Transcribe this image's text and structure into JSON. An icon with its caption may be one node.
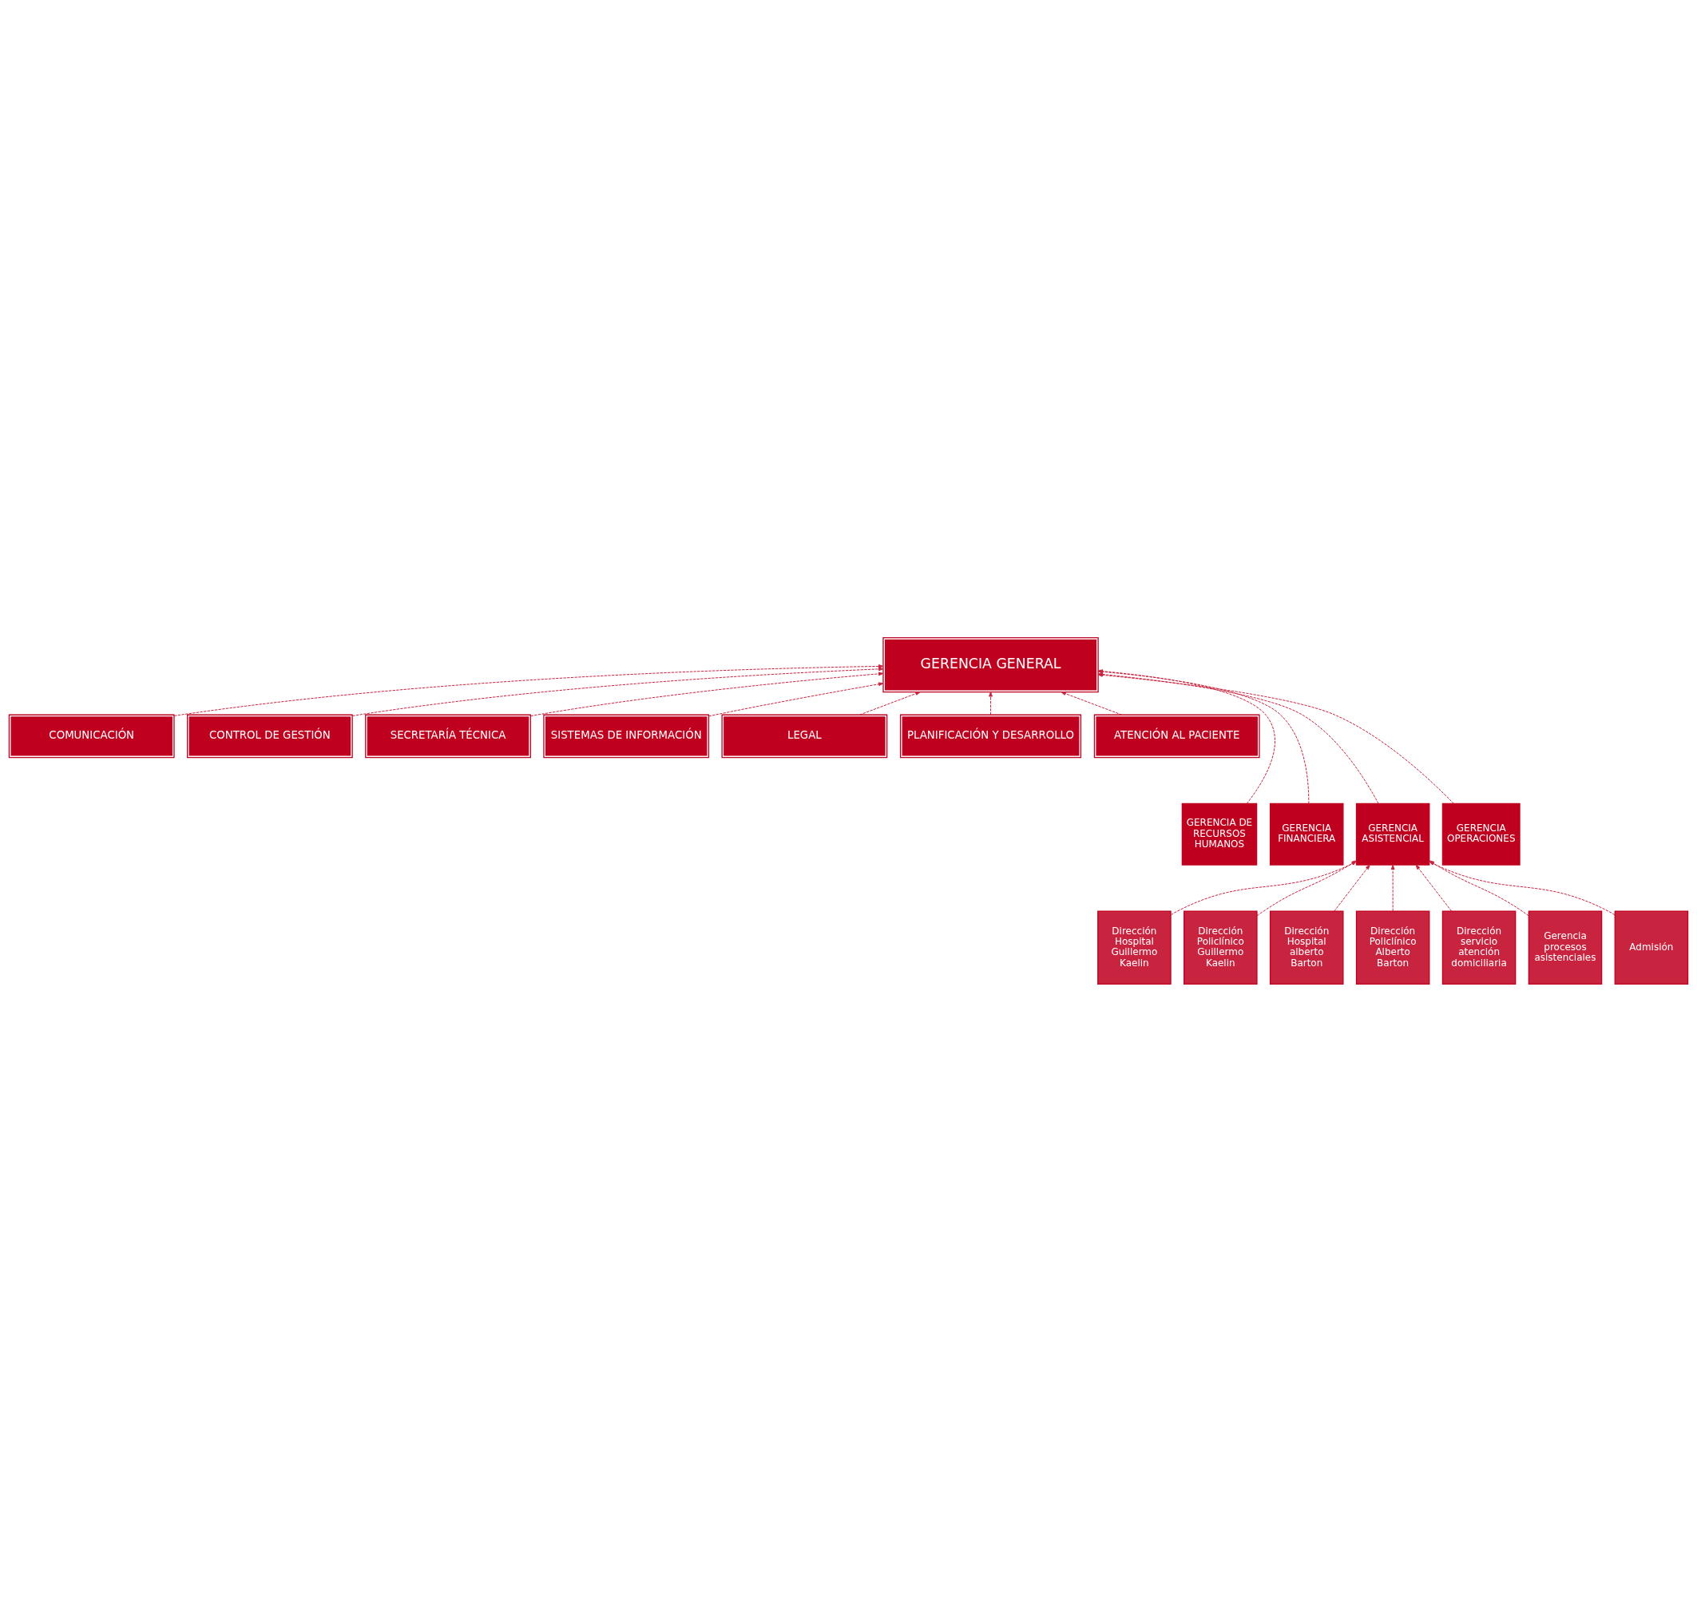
{
  "diagram": {
    "nodes": [
      {
        "text": [
          "GERENCIA GENERAL"
        ]
      },
      {
        "text": [
          "COMUNICACIÓN"
        ]
      },
      {
        "text": [
          "CONTROL DE GESTIÓN"
        ]
      },
      {
        "text": [
          "SECRETARÍA TÉCNICA"
        ]
      },
      {
        "text": [
          "SISTEMAS DE INFORMACIÓN"
        ]
      },
      {
        "text": [
          "LEGAL"
        ]
      },
      {
        "text": [
          "PLANIFICACIÓN Y DESARROLLO"
        ]
      },
      {
        "text": [
          "ATENCIÓN AL PACIENTE"
        ]
      },
      {
        "text": [
          "GERENCIA DE RECURSOS HUMANOS"
        ]
      },
      {
        "text": [
          "GERENCIA FINANCIERA"
        ]
      },
      {
        "text": [
          "GERENCIA ASISTENCIAL"
        ]
      },
      {
        "text": [
          "GERENCIA OPERACIONES"
        ]
      },
      {
        "text": [
          "Dirección Hospital Guillermo Kaelin"
        ]
      },
      {
        "text": [
          "Dirección Policlínico Guillermo Kaelin"
        ]
      },
      {
        "text": [
          "Dirección Hospital alberto Barton"
        ]
      },
      {
        "text": [
          "Dirección Policlínico Alberto Barton"
        ]
      },
      {
        "text": [
          "Dirección servicio atención domiciliaria"
        ]
      },
      {
        "text": [
          "Gerencia procesos asistenciales"
        ]
      },
      {
        "text": [
          "Admisión"
        ]
      }
    ],
    "edges": [
      {
        "from": 1,
        "to": 0,
        "arrow": "to",
        "style": "dashed"
      },
      {
        "from": 2,
        "to": 0,
        "arrow": "to",
        "style": "dashed"
      },
      {
        "from": 3,
        "to": 0,
        "arrow": "to",
        "style": "dashed"
      },
      {
        "from": 4,
        "to": 0,
        "arrow": "to",
        "style": "dashed"
      },
      {
        "from": 5,
        "to": 0,
        "arrow": "to",
        "style": "dashed"
      },
      {
        "from": 6,
        "to": 0,
        "arrow": "to",
        "style": "dashed"
      },
      {
        "from": 7,
        "to": 0,
        "arrow": "to",
        "style": "dashed"
      },
      {
        "from": 8,
        "to": 0,
        "arrow": "to",
        "style": "dashed"
      },
      {
        "from": 9,
        "to": 0,
        "arrow": "to",
        "style": "dashed"
      },
      {
        "from": 10,
        "to": 0,
        "arrow": "to",
        "style": "dashed"
      },
      {
        "from": 11,
        "to": 0,
        "arrow": "to",
        "style": "dashed"
      },
      {
        "from": 12,
        "to": 10,
        "arrow": "to",
        "style": "dashed"
      },
      {
        "from": 13,
        "to": 10,
        "arrow": "to",
        "style": "dashed"
      },
      {
        "from": 14,
        "to": 10,
        "arrow": "to",
        "style": "dashed"
      },
      {
        "from": 15,
        "to": 10,
        "arrow": "to",
        "style": "dashed"
      },
      {
        "from": 16,
        "to": 10,
        "arrow": "to",
        "style": "dashed"
      },
      {
        "from": 17,
        "to": 10,
        "arrow": "to",
        "style": "dashed"
      },
      {
        "from": 18,
        "to": 10,
        "arrow": "to",
        "style": "dashed"
      }
    ]
  }
}
